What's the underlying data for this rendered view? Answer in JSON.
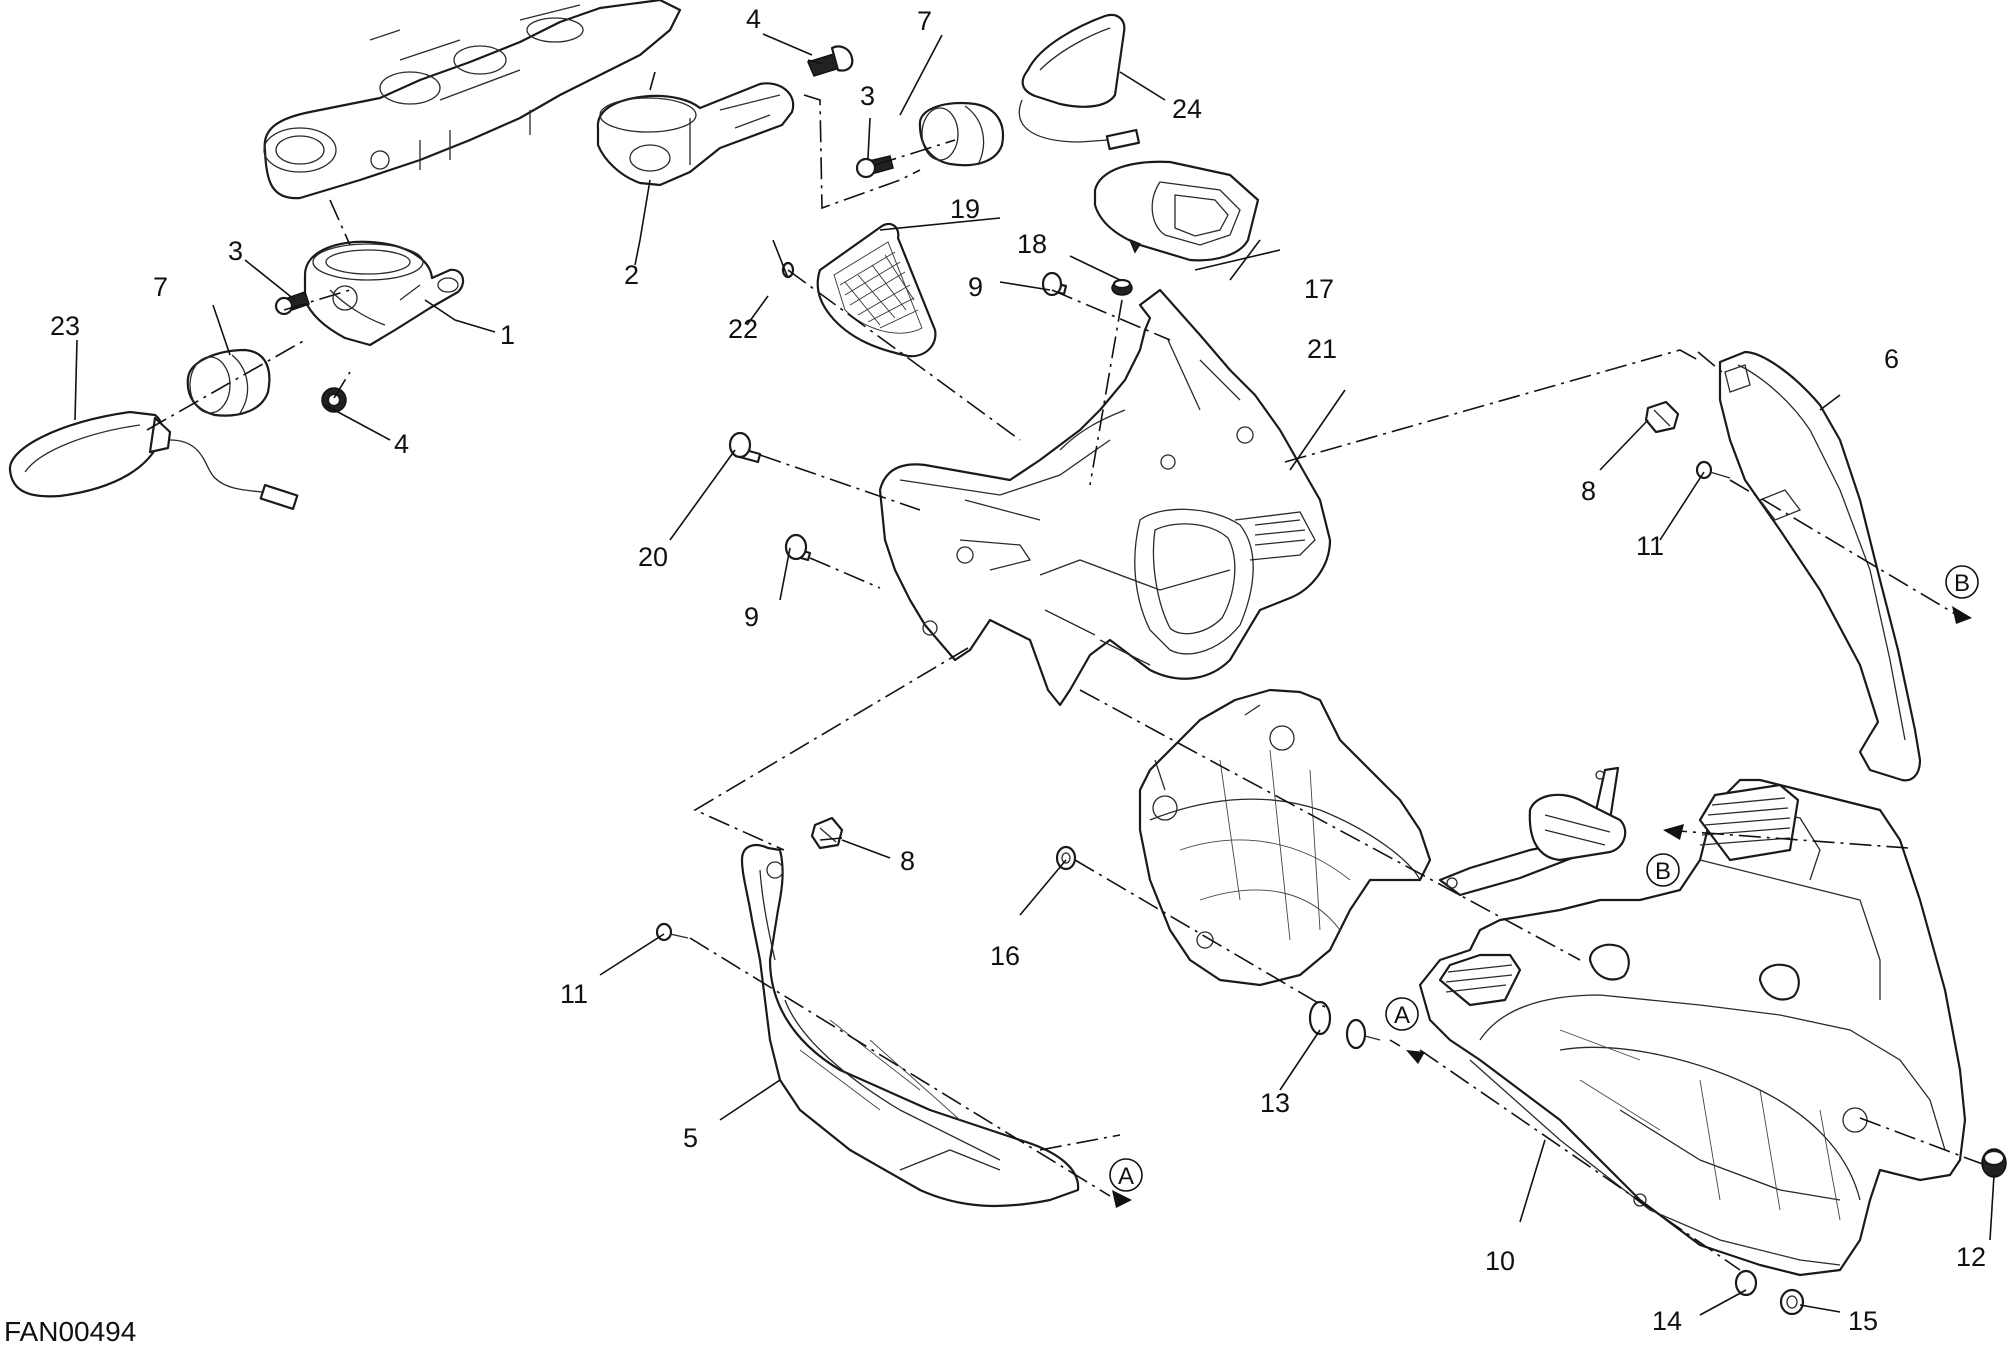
{
  "diagram_code": "FAN00494",
  "callouts": {
    "c1": "1",
    "c2": "2",
    "c3a": "3",
    "c3b": "3",
    "c4a": "4",
    "c4b": "4",
    "c5": "5",
    "c6": "6",
    "c7a": "7",
    "c7b": "7",
    "c8a": "8",
    "c8b": "8",
    "c9a": "9",
    "c9b": "9",
    "c10": "10",
    "c11a": "11",
    "c11b": "11",
    "c12": "12",
    "c13": "13",
    "c14": "14",
    "c15": "15",
    "c16": "16",
    "c17": "17",
    "c18": "18",
    "c19": "19",
    "c20": "20",
    "c21": "21",
    "c22": "22",
    "c23": "23",
    "c24": "24"
  },
  "references": {
    "a_left": "A",
    "a_right": "A",
    "b_upper": "B",
    "b_lower": "B"
  }
}
